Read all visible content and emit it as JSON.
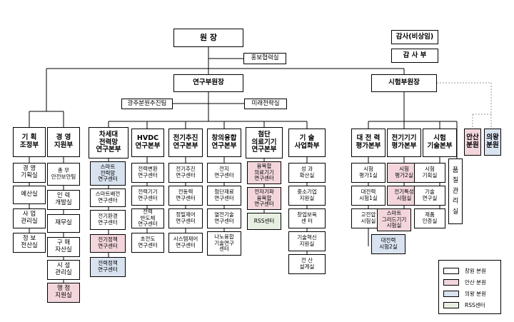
{
  "top": {
    "president": "원      장",
    "pr": "홍보협력실",
    "auditor": "감사(비상임)",
    "audit_dept": "감 사 부",
    "vp_research": "연구부원장",
    "vp_test": "시험부원장",
    "gwangju": "광주분원추진팀",
    "future": "미래전략실"
  },
  "divisions": {
    "planning": "기   획\n조정부",
    "management": "경   영\n지원부",
    "next_gen": "차세대\n전력망\n연구본부",
    "hvdc": "HVDC\n연구본부",
    "propulsion": "전기추진\n연구본부",
    "convergence": "창의융합\n연구본부",
    "medical": "첨단\n의료기기\n연구본부",
    "tech_biz": "기   술\n사업화부",
    "power_test": "대 전 력\n평가본부",
    "device_test": "전기기기\n평가본부",
    "test_tech": "시험\n기술본부",
    "ansan": "안산\n분원",
    "uiwang": "의왕\n분원",
    "quality": "품\n질\n관\n리\n실"
  },
  "units": {
    "planning": [
      "경   영\n기획실",
      "예산실",
      "사   업\n관리실",
      "정   보\n전산실"
    ],
    "management": [
      "총   무\n안전보안팀",
      "인   력\n개발실",
      "재무실",
      "구   매\n자산실",
      "시   설\n관리실",
      "행   정\n지원실"
    ],
    "next_gen": [
      "스마트\n전력망\n연구센터",
      "스마트배전\n연구센터",
      "전기환경\n연구센터",
      "전기정책\n연구센터",
      "전력정책\n연구센터"
    ],
    "hvdc": [
      "전력변환\n연구센터",
      "전력기기\n연구센터",
      "전력\n반도체\n연구센터",
      "초전도\n연구센터"
    ],
    "propulsion": [
      "전기추진\n연구센터",
      "전동력\n연구센터",
      "정밀제어\n연구센터",
      "시스템제어\n연구센터"
    ],
    "convergence": [
      "전지\n연구센터",
      "첨단재료\n연구센터",
      "열전기술\n연구센터",
      "나노융합\n기술연구\n센터"
    ],
    "medical": [
      "융복합\n의료기기\n연구센터",
      "전자기파\n융복합\n연구센터",
      "RSS센터"
    ],
    "tech_biz": [
      "성   과\n확산실",
      "중소기업\n지원실",
      "창업보육\n센   터",
      "기술혁신\n지원실",
      "전   산\n설계실"
    ],
    "power_test": [
      "시험\n평가1실",
      "대전력\n시험1실",
      "고전압\n시험실",
      "대전력\n시험2실"
    ],
    "device_test": [
      "시험\n평가2실",
      "전기특성\n시험실",
      "스마트\n그리드기기\n시험실"
    ],
    "test_tech": [
      "시험\n기획실",
      "기술\n연구실",
      "제품\n인증실"
    ]
  },
  "legend": {
    "main": "창원 본원",
    "ansan": "안산 분원",
    "uiwang": "의왕 분원",
    "rss": "RSS센터"
  },
  "colors": {
    "main": "#ffffff",
    "ansan": "#f2d6dc",
    "uiwang": "#d9e2ef",
    "rss": "#e7efe3",
    "line": "#000000",
    "dotted": "#999999"
  }
}
